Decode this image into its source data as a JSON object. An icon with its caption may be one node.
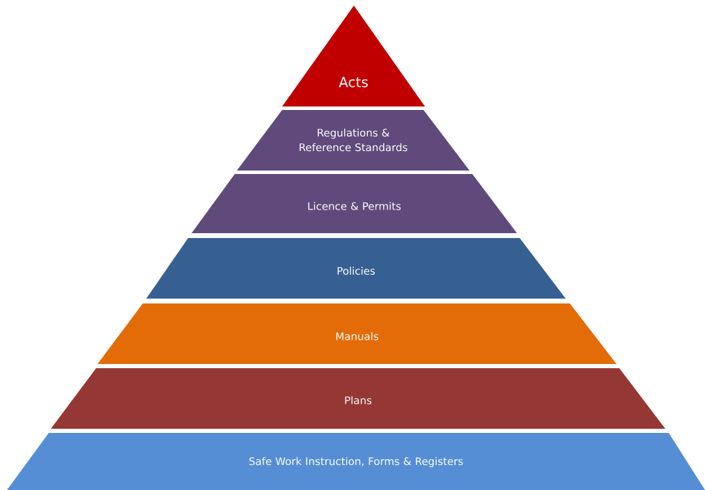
{
  "diagram": {
    "nodes": [
      {
        "text": [
          "Acts"
        ]
      },
      {
        "text": [
          "Regulations & Reference Standards"
        ]
      },
      {
        "text": [
          "Licence & Permits"
        ]
      },
      {
        "text": [
          "Policies"
        ]
      },
      {
        "text": [
          "Manuals"
        ]
      },
      {
        "text": [
          "Plans"
        ]
      },
      {
        "text": [
          "Safe Work Instruction, Forms & Registers"
        ]
      }
    ]
  }
}
